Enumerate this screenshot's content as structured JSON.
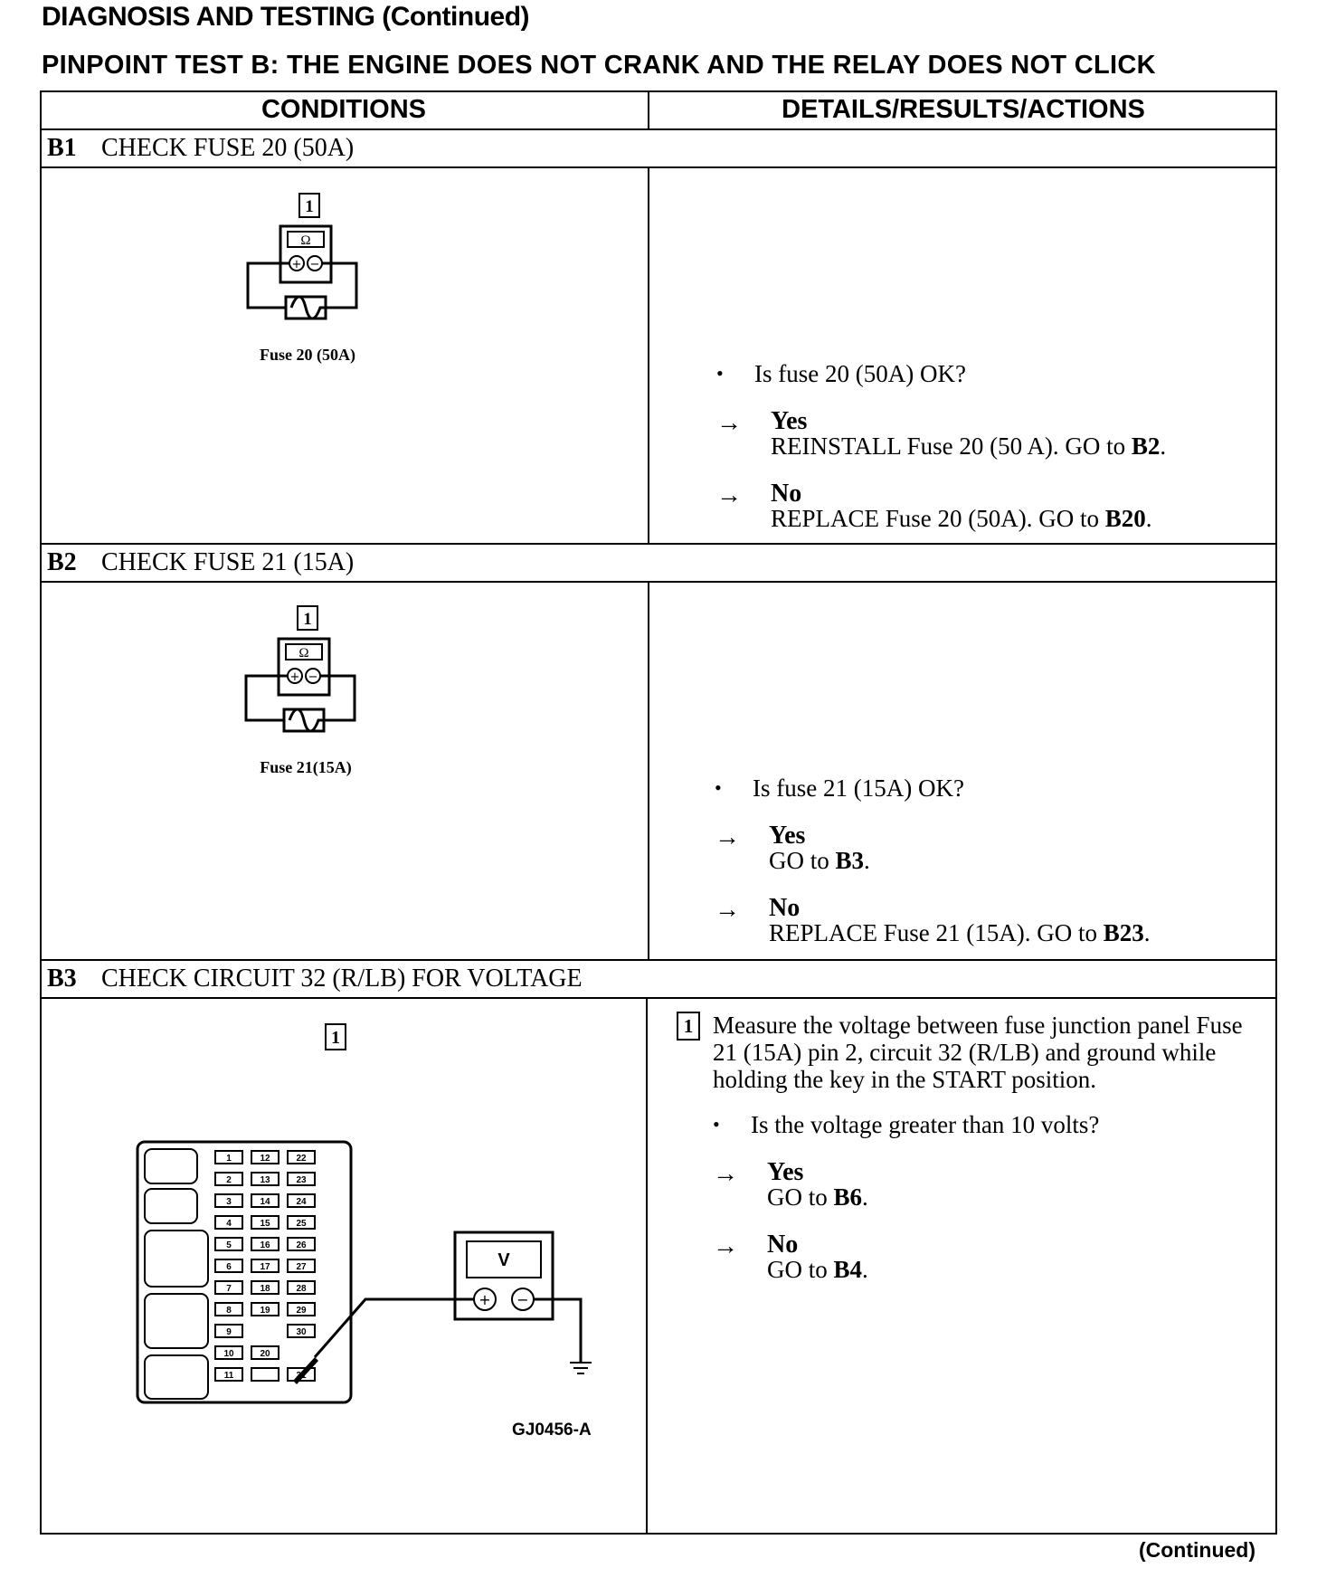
{
  "header": {
    "title": "DIAGNOSIS AND TESTING (Continued)",
    "subtitle": "PINPOINT TEST B: THE ENGINE DOES NOT CRANK AND THE RELAY DOES NOT CLICK"
  },
  "table": {
    "col_conditions": "CONDITIONS",
    "col_details": "DETAILS/RESULTS/ACTIONS"
  },
  "steps": [
    {
      "id": "B1",
      "title": "CHECK FUSE 20 (50A)",
      "figure_step": "1",
      "meter_symbol": "Ω",
      "figure_caption": "Fuse 20 (50A)",
      "question": "Is fuse 20 (50A) OK?",
      "yes_label": "Yes",
      "yes_text": "REINSTALL Fuse 20 (50 A). GO to",
      "yes_target": "B2",
      "no_label": "No",
      "no_text": "REPLACE Fuse 20 (50A). GO to",
      "no_target": "B20"
    },
    {
      "id": "B2",
      "title": "CHECK FUSE 21 (15A)",
      "figure_step": "1",
      "meter_symbol": "Ω",
      "figure_caption": "Fuse 21(15A)",
      "question": "Is fuse 21 (15A) OK?",
      "yes_label": "Yes",
      "yes_text": "GO to",
      "yes_target": "B3",
      "no_label": "No",
      "no_text": "REPLACE Fuse 21 (15A). GO to",
      "no_target": "B23"
    },
    {
      "id": "B3",
      "title": "CHECK CIRCUIT 32 (R/LB) FOR VOLTAGE",
      "figure_step": "1",
      "meter_symbol": "V",
      "figure_code": "GJ0456-A",
      "instruction_step": "1",
      "instruction": "Measure the voltage between fuse junction panel Fuse 21 (15A) pin 2, circuit 32 (R/LB) and ground while holding the key in the START position.",
      "question": "Is the voltage greater than 10 volts?",
      "yes_label": "Yes",
      "yes_text": "GO to",
      "yes_target": "B6",
      "no_label": "No",
      "no_text": "GO to",
      "no_target": "B4"
    }
  ],
  "fuse_panel": {
    "col1": [
      "1",
      "2",
      "3",
      "4",
      "5",
      "6",
      "7",
      "8",
      "9",
      "10",
      "11"
    ],
    "col2": [
      "12",
      "13",
      "14",
      "15",
      "16",
      "17",
      "18",
      "19",
      "",
      "20",
      ""
    ],
    "col3": [
      "22",
      "23",
      "24",
      "25",
      "26",
      "27",
      "28",
      "29",
      "30",
      "",
      "31"
    ]
  },
  "footer": {
    "continued": "(Continued)"
  }
}
